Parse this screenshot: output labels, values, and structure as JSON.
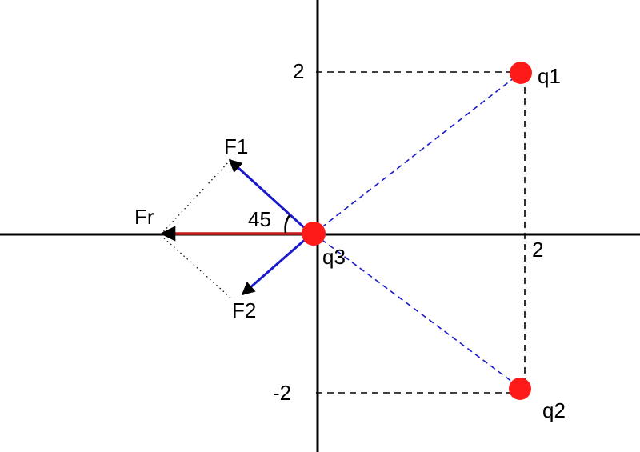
{
  "labels": {
    "y_tick_pos": "2",
    "y_tick_neg": "-2",
    "x_tick_pos": "2",
    "q1": "q1",
    "q2": "q2",
    "q3": "q3",
    "f1": "F1",
    "f2": "F2",
    "fr": "Fr",
    "angle": "45"
  },
  "colors": {
    "axes": "#000000",
    "charge": "#ff1a1a",
    "force": "#1a1acc",
    "resultant": "#cc1a1a",
    "guide_lines": "#1a1acc",
    "construction": "#000000"
  },
  "icons": {
    "charge_marker": "red-dot",
    "arrowhead": "black-triangle"
  }
}
